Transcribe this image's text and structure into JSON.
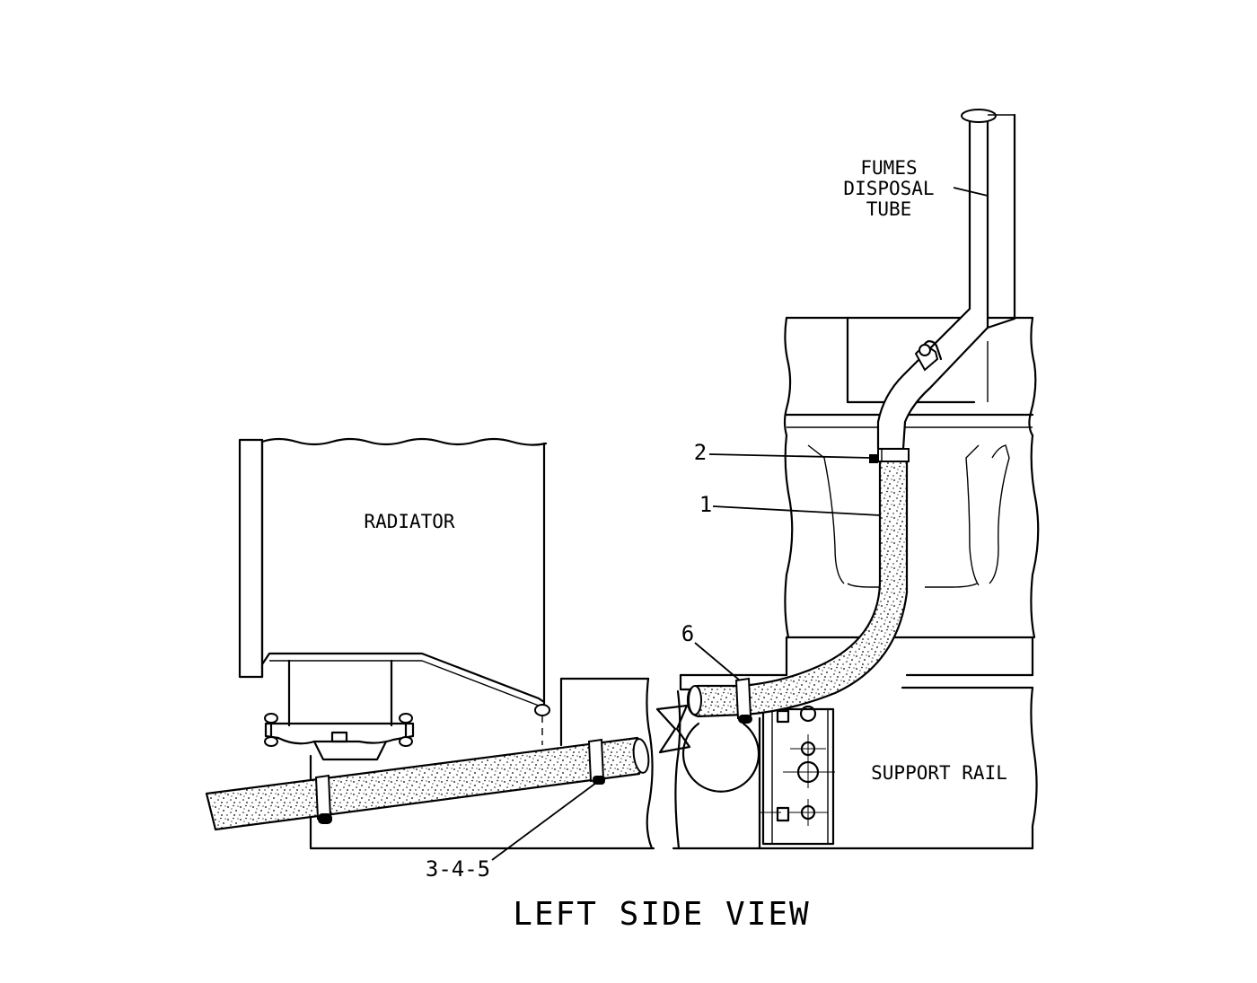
{
  "view_title": "LEFT SIDE VIEW",
  "labels": {
    "fumes_tube": [
      "FUMES",
      "DISPOSAL",
      "TUBE"
    ],
    "radiator": "RADIATOR",
    "support_rail": "SUPPORT RAIL"
  },
  "callouts": {
    "item_1": "1",
    "item_2": "2",
    "item_6": "6",
    "items_3_4_5": "3-4-5"
  }
}
